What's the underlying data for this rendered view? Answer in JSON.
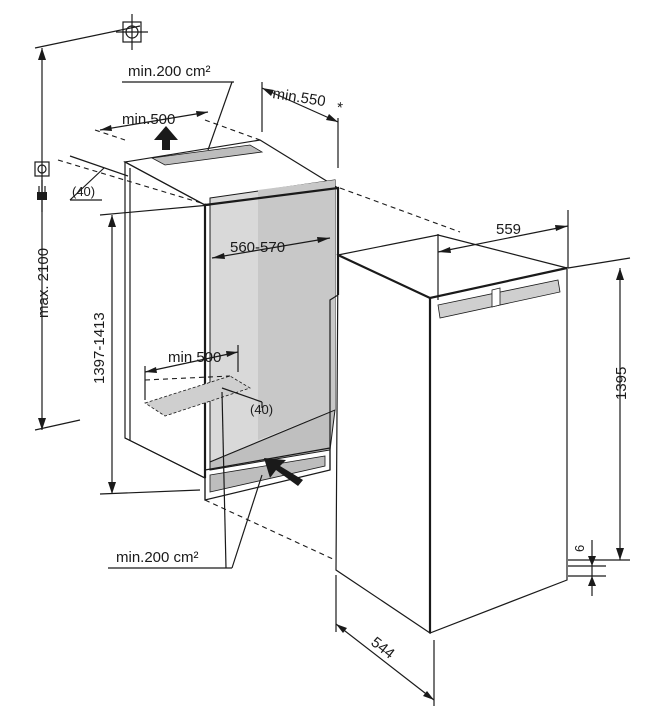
{
  "labels": {
    "max_height": "max. 2100",
    "niche_height": "1397-1413",
    "top_vent": "min.200 cm²",
    "top_vent_depth": "min.500",
    "top_clearance": "min.550",
    "asterisk": "*",
    "side_gap_top": "(40)",
    "niche_width": "560-570",
    "bottom_vent_depth": "min 500",
    "bottom_gap": "(40)",
    "bottom_vent": "min.200 cm²",
    "appliance_width": "559",
    "appliance_height": "1395",
    "plinth_gap": "6",
    "appliance_depth": "544"
  },
  "icons": {
    "reference": "crosshair-reference-icon",
    "socket": "socket-icon",
    "plug": "plug-icon",
    "airflow": "airflow-arrow-icon"
  },
  "colors": {
    "line": "#1a1a1a",
    "niche_interior": "#d9d9d9",
    "niche_back": "#c8c8c8",
    "vent_grille": "#bdbdbd"
  }
}
